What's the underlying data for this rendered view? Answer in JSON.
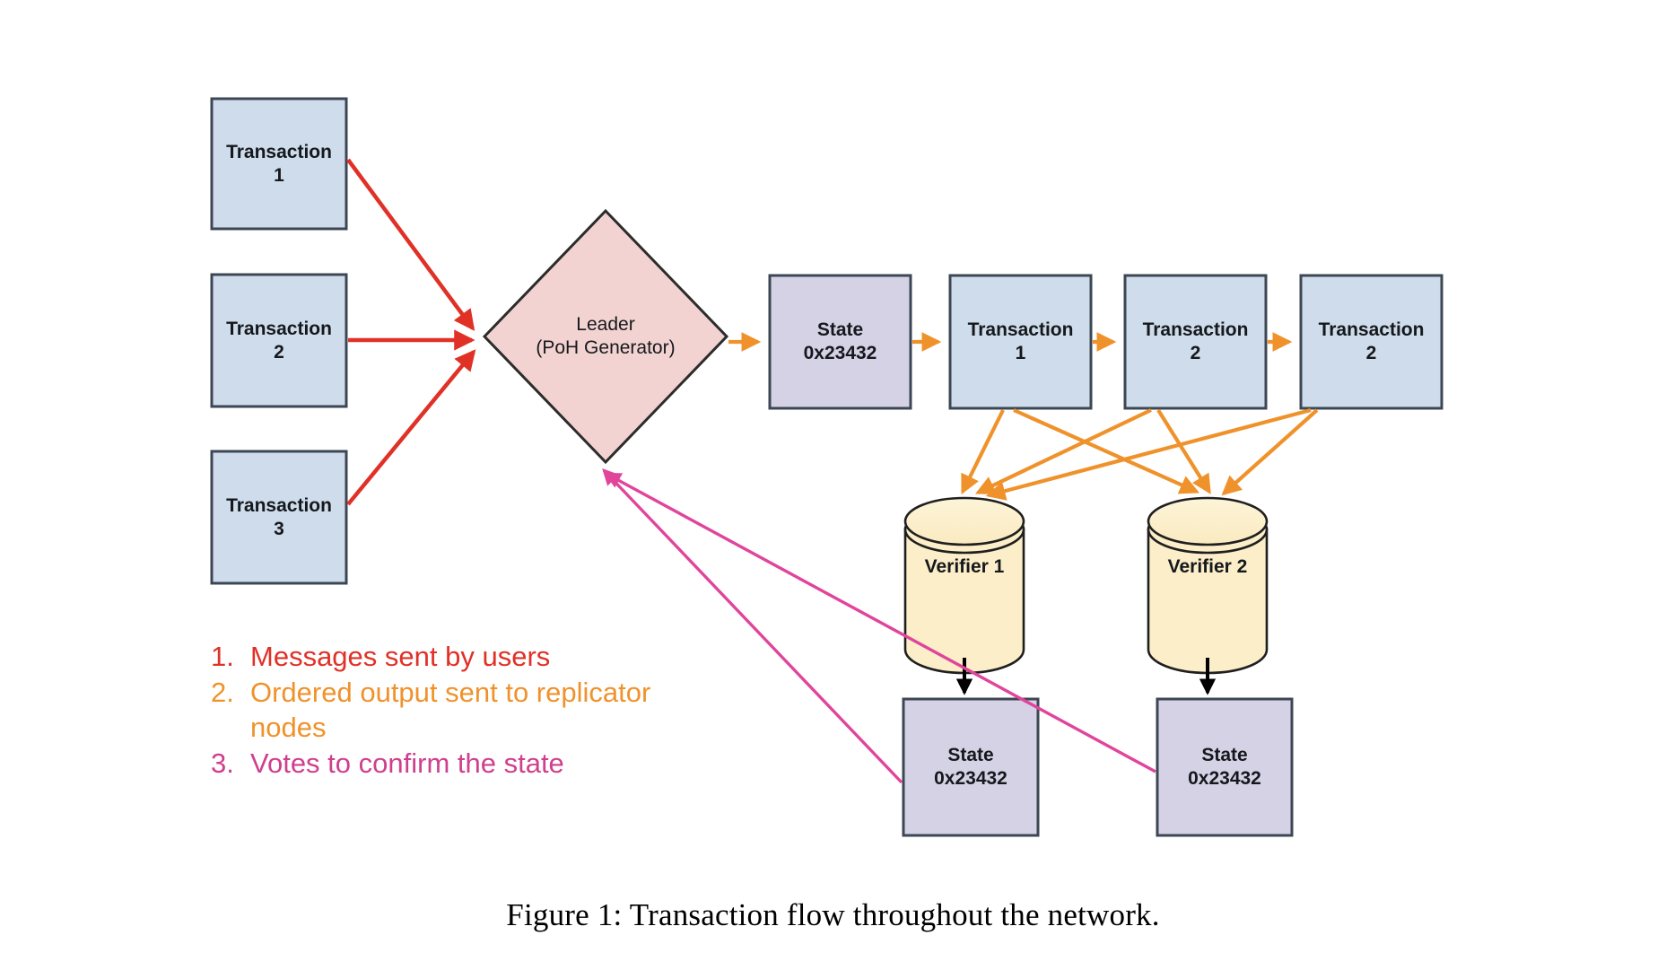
{
  "figure": {
    "caption": "Figure 1: Transaction flow throughout the network."
  },
  "colors": {
    "transaction_fill": "#cfdceb",
    "transaction_stroke": "#3c4754",
    "leader_fill": "#f2d3d1",
    "leader_stroke": "#2c2c2c",
    "state_fill": "#d6d2e6",
    "state_stroke": "#3c4754",
    "verifier_fill": "#fbeec8",
    "verifier_stroke": "#1f1f1f",
    "arrow_messages": "#e03127",
    "arrow_ordered": "#f0922b",
    "arrow_votes": "#e0459b",
    "arrow_state": "#000000",
    "text": "#15181c"
  },
  "nodes": {
    "incoming_transactions": [
      {
        "id": "tx-in-1",
        "line1": "Transaction",
        "line2": "1"
      },
      {
        "id": "tx-in-2",
        "line1": "Transaction",
        "line2": "2"
      },
      {
        "id": "tx-in-3",
        "line1": "Transaction",
        "line2": "3"
      }
    ],
    "leader": {
      "line1": "Leader",
      "line2": "(PoH Generator)"
    },
    "ledger_state": {
      "line1": "State",
      "line2": "0x23432"
    },
    "ordered_transactions": [
      {
        "id": "tx-out-1",
        "line1": "Transaction",
        "line2": "1"
      },
      {
        "id": "tx-out-2",
        "line1": "Transaction",
        "line2": "2"
      },
      {
        "id": "tx-out-3",
        "line1": "Transaction",
        "line2": "2"
      }
    ],
    "verifiers": [
      {
        "id": "verifier-1",
        "label": "Verifier 1"
      },
      {
        "id": "verifier-2",
        "label": "Verifier 2"
      }
    ],
    "verified_states": [
      {
        "id": "verified-state-1",
        "line1": "State",
        "line2": "0x23432"
      },
      {
        "id": "verified-state-2",
        "line1": "State",
        "line2": "0x23432"
      }
    ]
  },
  "legend": {
    "items": [
      {
        "number": "1.",
        "text": "Messages sent by users",
        "color": "#e03127"
      },
      {
        "number": "2.",
        "text": "Ordered output sent to replicator nodes",
        "color": "#f0922b"
      },
      {
        "number": "3.",
        "text": "Votes to confirm the state",
        "color": "#cf3f8e"
      }
    ]
  }
}
